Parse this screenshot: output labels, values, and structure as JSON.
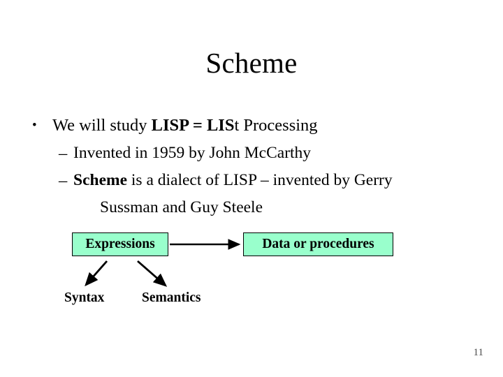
{
  "slide": {
    "title": "Scheme",
    "page_number": "11",
    "background_color": "#ffffff",
    "text_color": "#000000"
  },
  "bullets": {
    "level1": {
      "marker": "•",
      "lead": "We will study ",
      "bold1": "LISP = LIS",
      "tail": "t Processing"
    },
    "level2": [
      {
        "marker": "–",
        "lead": "",
        "bold": "",
        "text": "Invented in 1959 by John McCarthy"
      },
      {
        "marker": "–",
        "bold": "Scheme",
        "text": " is a dialect of LISP – invented by Gerry"
      }
    ],
    "continuation": "Sussman and Guy Steele"
  },
  "diagram": {
    "box_fill_color": "#99ffcc",
    "box_border_color": "#000000",
    "arrow_color": "#000000",
    "boxes": [
      {
        "id": "expressions",
        "label": "Expressions"
      },
      {
        "id": "data-or-procedures",
        "label": "Data or procedures"
      }
    ],
    "leaves": [
      {
        "id": "syntax",
        "label": "Syntax"
      },
      {
        "id": "semantics",
        "label": "Semantics"
      }
    ]
  }
}
